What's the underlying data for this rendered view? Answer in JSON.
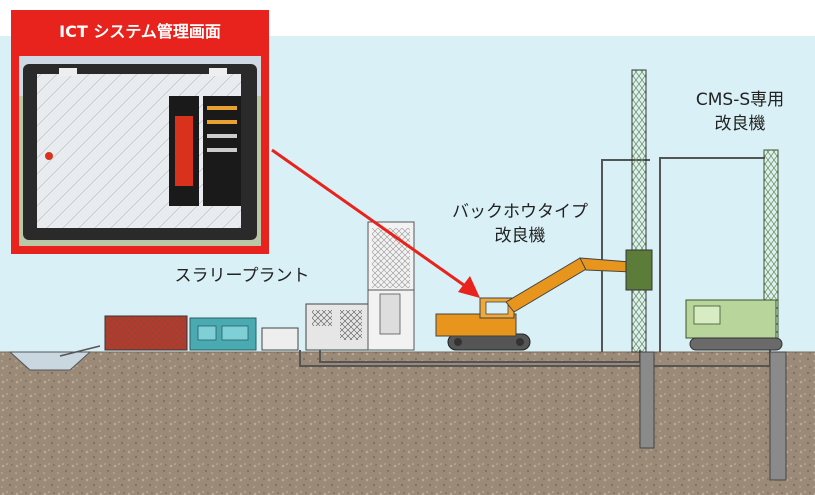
{
  "inset": {
    "title": "ICT システム管理画面"
  },
  "labels": {
    "slurry_plant": "スラリープラント",
    "backhoe": "バックホウタイプ\n改良機",
    "cms": "CMS-S専用\n改良機"
  },
  "colors": {
    "sky": "#d9f1f6",
    "ground": "#9c8a78",
    "inset_frame": "#e8221c",
    "arrow": "#e8221c",
    "excavator": "#e8951e",
    "cms_machine": "#b8d69c",
    "tank_red": "#b53a2a",
    "unit_teal": "#4aaab2"
  }
}
